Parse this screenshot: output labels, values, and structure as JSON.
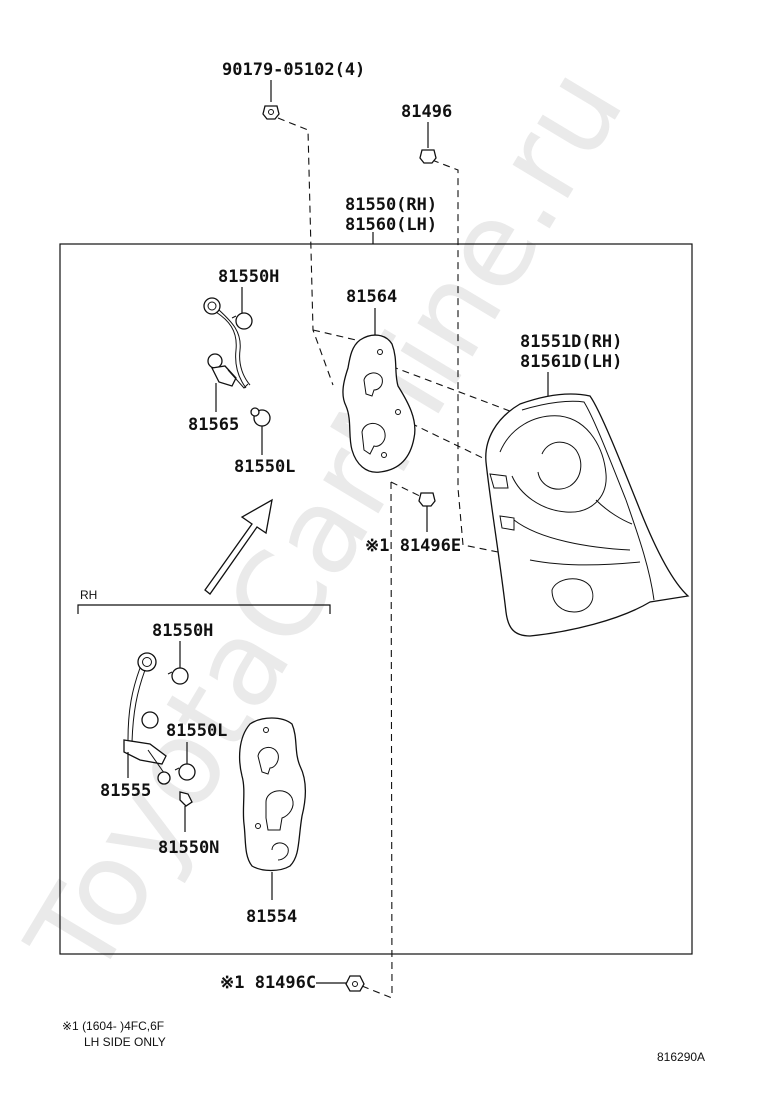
{
  "watermark": "ToyotaCarMine.ru",
  "labels": {
    "bolt": "90179-05102(4)",
    "clip_top": "81496",
    "assy_rh": "81550(RH)",
    "assy_lh": "81560(LH)",
    "bulb_h_top": "81550H",
    "gasket": "81564",
    "lens_rh": "81551D(RH)",
    "lens_lh": "81561D(LH)",
    "socket_top": "81565",
    "bulb_l_top": "81550L",
    "clip_e": "※1 81496E",
    "rh_label": "RH",
    "bulb_h_bottom": "81550H",
    "bulb_l_bottom": "81550L",
    "wire_bottom": "81555",
    "bulb_n": "81550N",
    "plate_bottom": "81554",
    "clip_c": "※1 81496C"
  },
  "footnote": {
    "line1": "※1 (1604-    )4FC,6F",
    "line2": "LH SIDE ONLY"
  },
  "diagram_code": "816290A"
}
